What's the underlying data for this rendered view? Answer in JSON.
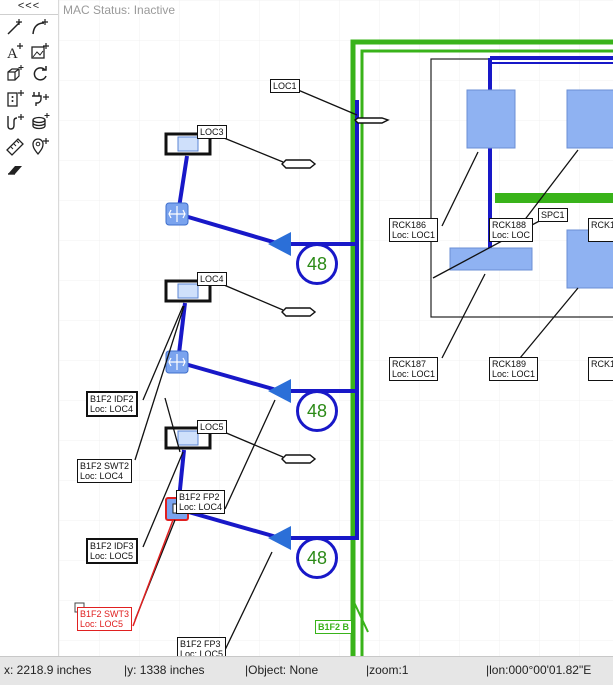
{
  "toolbar": {
    "collapse_label": "<<<",
    "tools": [
      {
        "icon": "add-line-icon"
      },
      {
        "icon": "add-curve-icon"
      },
      {
        "icon": "add-text-icon"
      },
      {
        "icon": "add-image-icon"
      },
      {
        "icon": "add-shape-icon"
      },
      {
        "icon": "rotate-icon"
      },
      {
        "icon": "add-device-icon"
      },
      {
        "icon": "add-plug-icon"
      },
      {
        "icon": "add-cable-icon"
      },
      {
        "icon": "add-stack-icon"
      },
      {
        "icon": "measure-icon"
      },
      {
        "icon": "add-location-icon"
      },
      {
        "icon": "eraser-icon"
      }
    ]
  },
  "mac_status": "MAC Status: Inactive",
  "colors": {
    "cable_blue": "#1818c8",
    "conduit_green": "#39b31a",
    "rack_blue": "#8fb2f2",
    "error_red": "#e02020"
  },
  "diagram": {
    "loc1": "LOC1",
    "loc3": "LOC3",
    "loc4": "LOC4",
    "loc5": "LOC5",
    "counts": [
      "48",
      "48",
      "48"
    ],
    "racks": [
      {
        "name": "RCK186",
        "loc": "Loc: LOC1"
      },
      {
        "name": "RCK188",
        "loc": "Loc: LOC"
      },
      {
        "name": "RCK1",
        "loc": ""
      },
      {
        "name": "RCK187",
        "loc": "Loc: LOC1"
      },
      {
        "name": "RCK189",
        "loc": "Loc: LOC1"
      },
      {
        "name": "RCK1",
        "loc": ""
      }
    ],
    "spc": "SPC1",
    "devices": [
      {
        "name": "B1F2 IDF2",
        "loc": "Loc: LOC4"
      },
      {
        "name": "B1F2 SWT2",
        "loc": "Loc: LOC4"
      },
      {
        "name": "B1F2 FP2",
        "loc": "Loc: LOC4"
      },
      {
        "name": "B1F2 IDF3",
        "loc": "Loc: LOC5"
      },
      {
        "name": "B1F2 SWT3",
        "loc": "Loc: LOC5"
      },
      {
        "name": "B1F2 FP3",
        "loc": "Loc: LOC5"
      }
    ],
    "conduit_label": "B1F2 B"
  },
  "status_bar": {
    "x": "x: 2218.9 inches",
    "y": "|y: 1338 inches",
    "object": "|Object: None",
    "zoom": "|zoom:1",
    "lon": "|lon:000°00'01.82\"E"
  }
}
